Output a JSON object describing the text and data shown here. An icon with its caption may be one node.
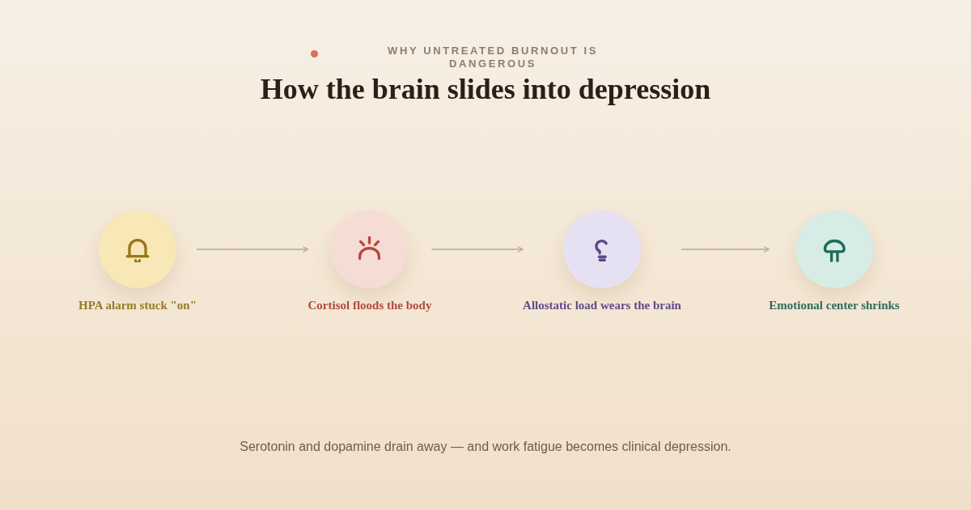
{
  "diagram": {
    "title": "How the brain slides into depression",
    "caption": "Serotonin and dopamine drain away — and work fatigue becomes clinical depression.",
    "nodes": [
      {
        "text": [
          "HPA alarm stuck \"on\""
        ]
      },
      {
        "text": [
          "Cortisol floods the body"
        ]
      },
      {
        "text": [
          "Allostatic load wears the brain"
        ]
      },
      {
        "text": [
          "Emotional center shrinks"
        ]
      }
    ],
    "edges": [
      {
        "from": 0,
        "to": 1,
        "arrow": "to"
      },
      {
        "from": 1,
        "to": 2,
        "arrow": "to"
      },
      {
        "from": 2,
        "to": 3,
        "arrow": "to"
      }
    ],
    "labels": [
      "WHY UNTREATED BURNOUT IS DANGEROUS"
    ]
  }
}
